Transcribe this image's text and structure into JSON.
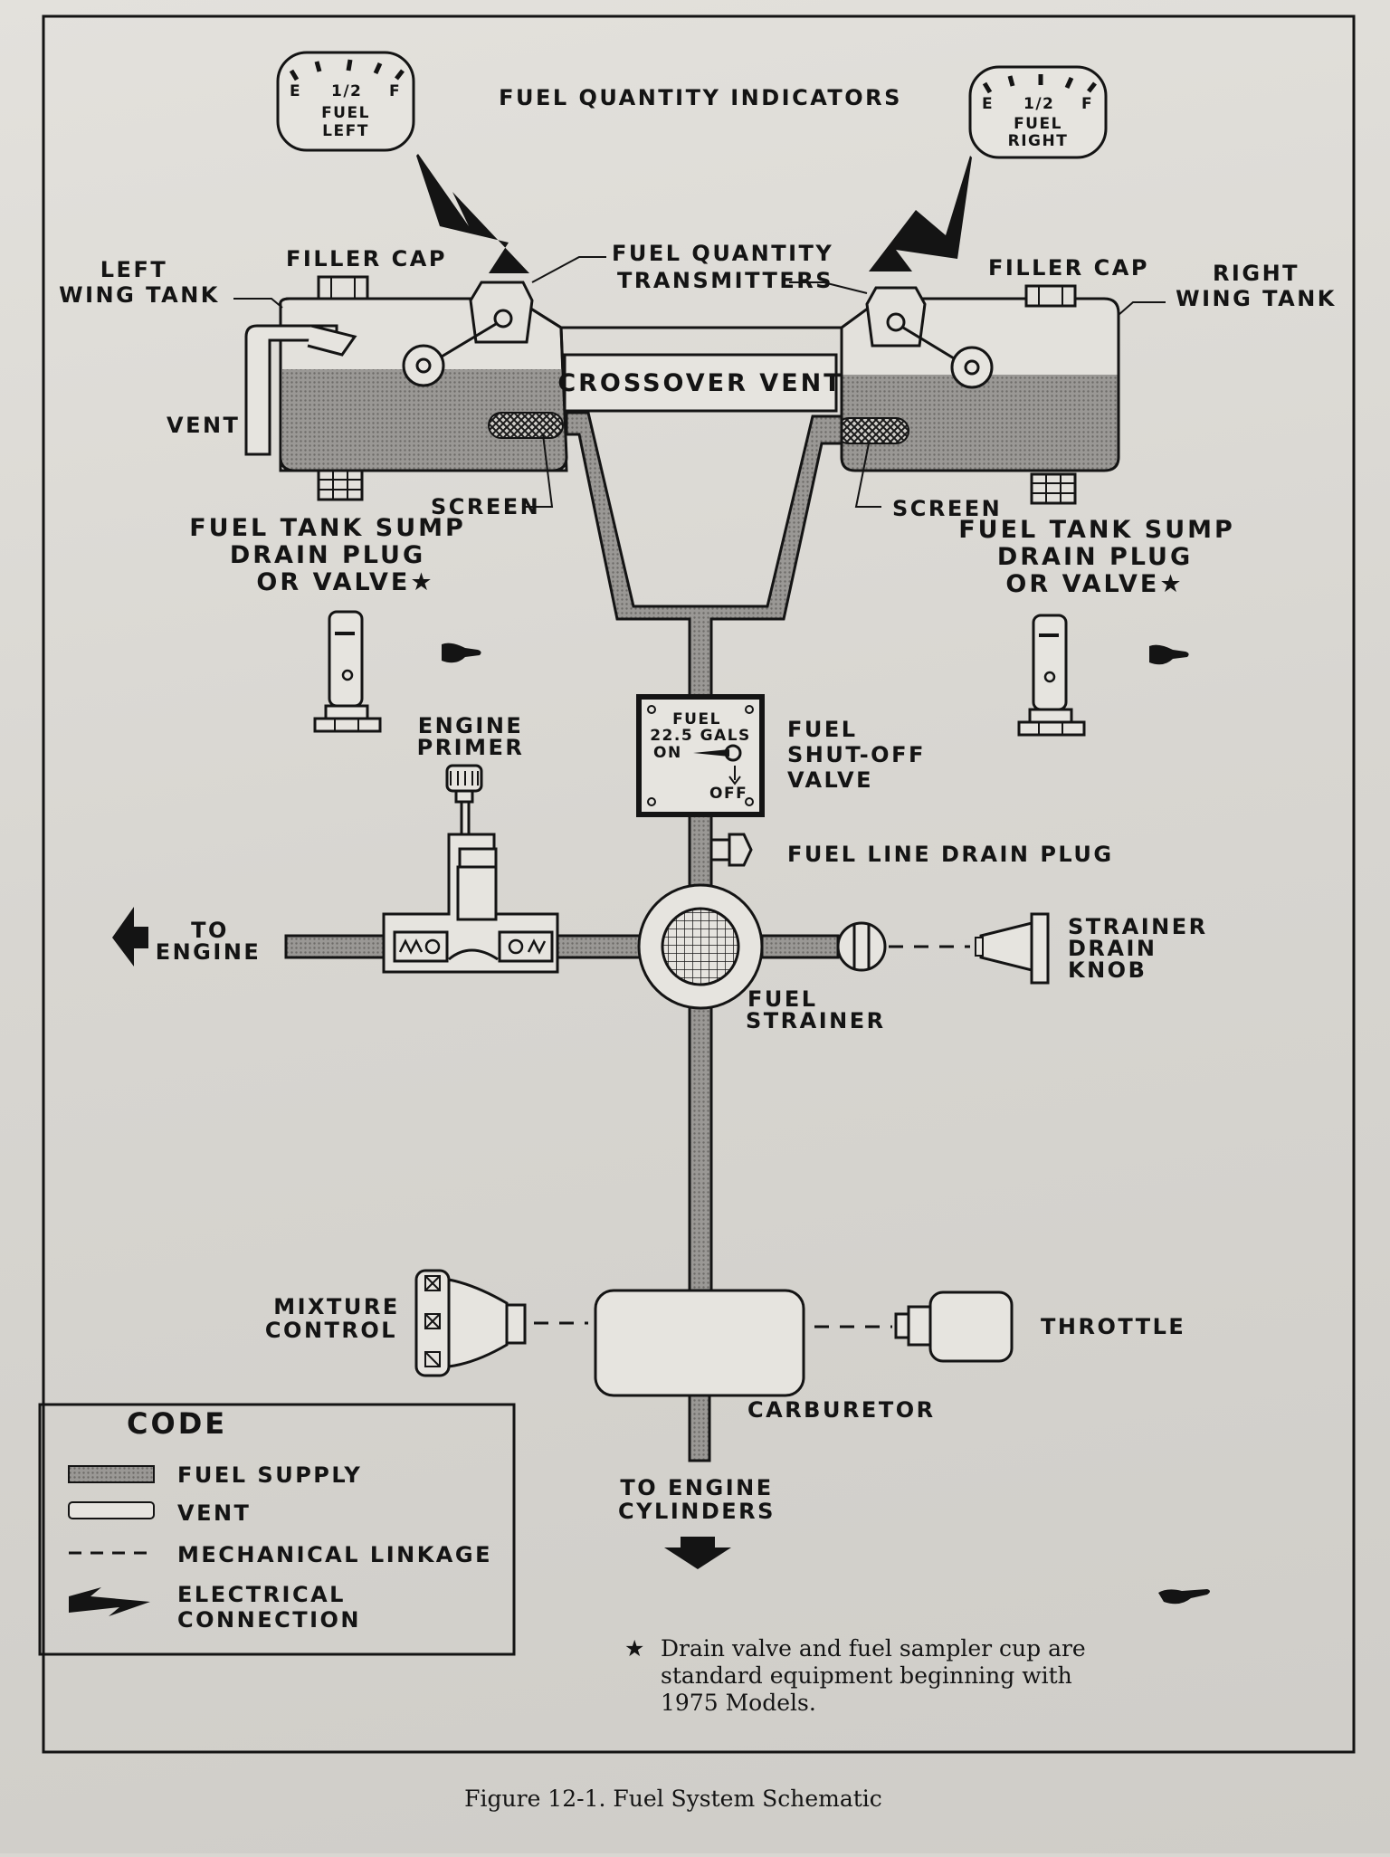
{
  "title": "FUEL QUANTITY INDICATORS",
  "gauges": {
    "left": {
      "e": "E",
      "half": "1/2",
      "f": "F",
      "line1": "FUEL",
      "line2": "LEFT"
    },
    "right": {
      "e": "E",
      "half": "1/2",
      "f": "F",
      "line1": "FUEL",
      "line2": "RIGHT"
    }
  },
  "labels": {
    "left_wing_tank_1": "LEFT",
    "left_wing_tank_2": "WING TANK",
    "right_wing_tank_1": "RIGHT",
    "right_wing_tank_2": "WING TANK",
    "filler_cap_left": "FILLER CAP",
    "filler_cap_right": "FILLER CAP",
    "fuel_quantity_transmitters_1": "FUEL QUANTITY",
    "fuel_quantity_transmitters_2": "TRANSMITTERS",
    "crossover_vent": "CROSSOVER VENT",
    "vent": "VENT",
    "screen_left": "SCREEN",
    "screen_right": "SCREEN",
    "sump_left_1": "FUEL TANK SUMP",
    "sump_left_2": "DRAIN PLUG",
    "sump_left_3": "OR VALVE★",
    "sump_right_1": "FUEL TANK SUMP",
    "sump_right_2": "DRAIN PLUG",
    "sump_right_3": "OR VALVE★",
    "engine_primer_1": "ENGINE",
    "engine_primer_2": "PRIMER",
    "shutoff_1": "FUEL",
    "shutoff_2": "SHUT-OFF",
    "shutoff_3": "VALVE",
    "valve_face_fuel": "FUEL",
    "valve_face_gals": "22.5 GALS",
    "valve_face_on": "ON",
    "valve_face_off": "OFF",
    "fuel_line_drain_plug": "FUEL LINE DRAIN PLUG",
    "to_engine_1": "TO",
    "to_engine_2": "ENGINE",
    "strainer_drain_1": "STRAINER",
    "strainer_drain_2": "DRAIN",
    "strainer_drain_3": "KNOB",
    "fuel_strainer_1": "FUEL",
    "fuel_strainer_2": "STRAINER",
    "mixture_1": "MIXTURE",
    "mixture_2": "CONTROL",
    "throttle": "THROTTLE",
    "carburetor": "CARBURETOR",
    "to_cylinders_1": "TO ENGINE",
    "to_cylinders_2": "CYLINDERS"
  },
  "legend": {
    "title": "CODE",
    "fuel_supply": "FUEL SUPPLY",
    "vent": "VENT",
    "mechanical": "MECHANICAL LINKAGE",
    "electrical_1": "ELECTRICAL",
    "electrical_2": "CONNECTION"
  },
  "footnote": {
    "star": "★",
    "line1": "Drain valve and fuel sampler cup are",
    "line2": "standard equipment beginning with",
    "line3": "1975 Models."
  },
  "caption": "Figure 12-1.   Fuel System Schematic",
  "colors": {
    "fuel_supply": "#8f8d8a",
    "ink": "#141414",
    "paper": "#dedcd7"
  }
}
